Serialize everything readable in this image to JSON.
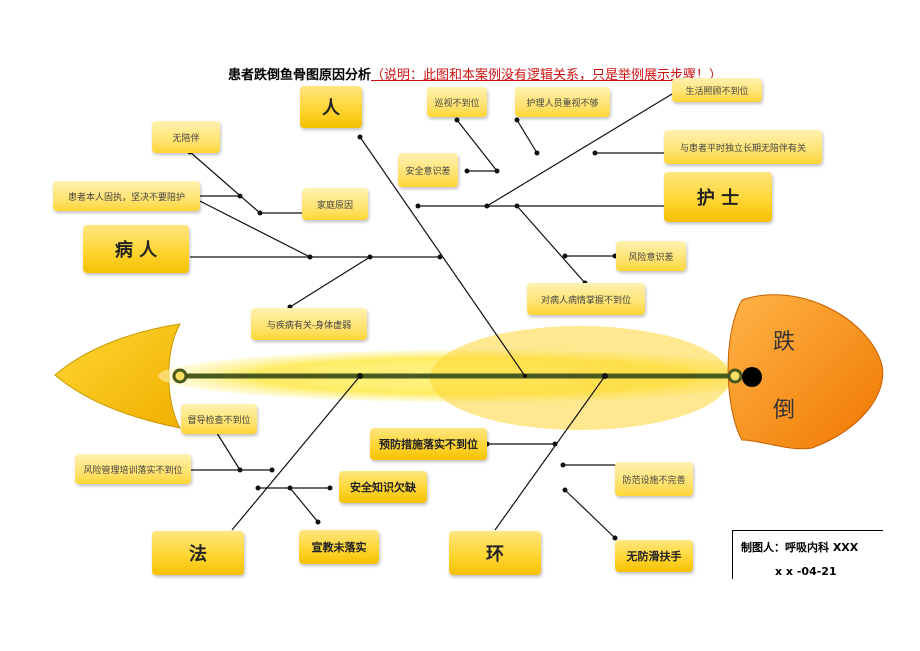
{
  "title": {
    "main": "患者跌倒鱼骨图原因分析",
    "note": "（说明：此图和本案例没有逻辑关系，只是举例展示步骤！）"
  },
  "head": {
    "line1": "跌",
    "line2": "倒"
  },
  "categories": {
    "person": "人",
    "nurse": "护 士",
    "patient": "病 人",
    "law": "法",
    "environment": "环"
  },
  "causes": {
    "patrol": "巡视不到位",
    "staff_attention": "护理人员重视不够",
    "life_care": "生活照顾不到位",
    "independent": "与患者平时独立长期无陪伴有关",
    "safety_awareness": "安全意识差",
    "no_escort": "无陪伴",
    "stubborn": "患者本人固执，坚决不要陪护",
    "family": "家庭原因",
    "risk_awareness": "风险意识差",
    "knowledge": "对病人病情掌握不到位",
    "disease": "与疾病有关-身体虚弱",
    "supervision": "督导检查不到位",
    "risk_training": "风险管理培训落实不到位",
    "safety_knowledge": "安全知识欠缺",
    "education": "宣教未落实",
    "prevention": "预防措施落实不到位",
    "facility": "防范设施不完善",
    "handrail": "无防滑扶手"
  },
  "credit": {
    "maker": "制图人：呼吸内科 XXX",
    "date": "x x -04-21"
  }
}
